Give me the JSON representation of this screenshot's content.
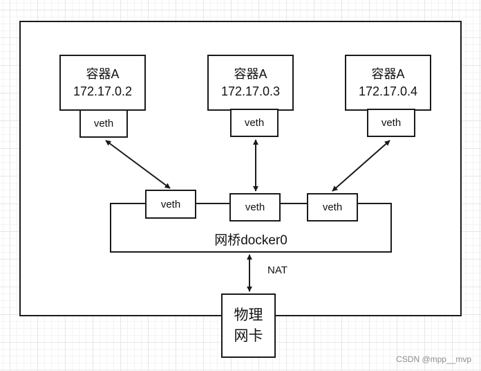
{
  "containers": [
    {
      "name": "容器A",
      "ip": "172.17.0.2",
      "veth": "veth"
    },
    {
      "name": "容器A",
      "ip": "172.17.0.3",
      "veth": "veth"
    },
    {
      "name": "容器A",
      "ip": "172.17.0.4",
      "veth": "veth"
    }
  ],
  "bridge": {
    "label": "网桥docker0",
    "veths": [
      "veth",
      "veth",
      "veth"
    ]
  },
  "nic": {
    "line1": "物理",
    "line2": "网卡"
  },
  "nat_label": "NAT",
  "watermark": "CSDN @mpp__mvp",
  "colors": {
    "stroke": "#1a1a1a",
    "watermark": "#8c8c8c",
    "grid": "#e6e6e6"
  }
}
